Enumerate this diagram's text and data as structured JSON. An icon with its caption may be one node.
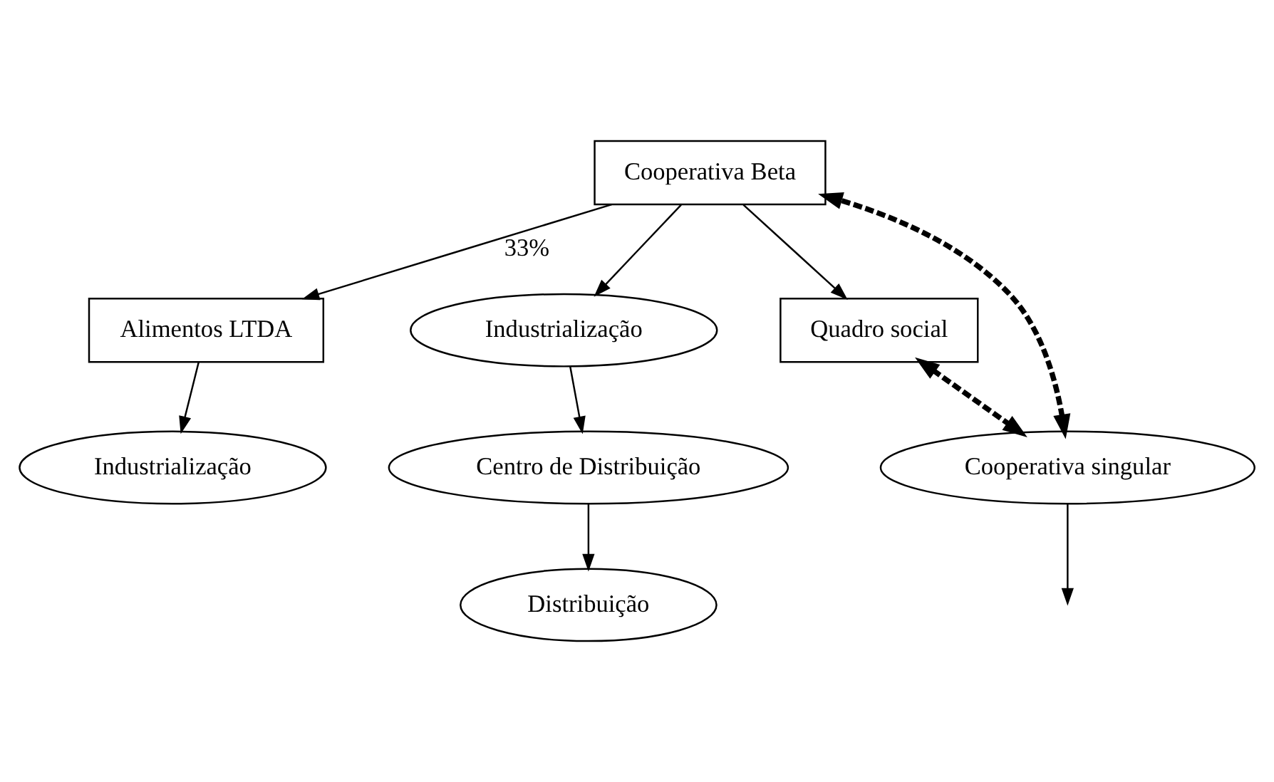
{
  "diagram": {
    "nodes": [
      {
        "text": [
          "Alimentos LTDA"
        ]
      },
      {
        "text": [
          "Industrialização"
        ]
      },
      {
        "text": [
          "Cooperativa Beta"
        ]
      },
      {
        "text": [
          "Industrialização"
        ]
      },
      {
        "text": [
          "Centro de Distribuição"
        ]
      },
      {
        "text": [
          "Distribuição"
        ]
      },
      {
        "text": [
          "Cooperativa singular"
        ]
      },
      {
        "text": [
          "Quadro social"
        ]
      }
    ],
    "edges": [
      {
        "from": 0,
        "to": 1,
        "arrow": "to"
      },
      {
        "from": 2,
        "to": 0,
        "arrow": "to",
        "label": "33%"
      },
      {
        "from": 2,
        "to": 3,
        "arrow": "to"
      },
      {
        "from": 3,
        "to": 4,
        "arrow": "to"
      },
      {
        "from": 4,
        "to": 5,
        "arrow": "to"
      },
      {
        "from": 6,
        "to": 2,
        "arrow": "both",
        "style": "dashed"
      },
      {
        "from": 6,
        "to": null,
        "arrow": "to"
      },
      {
        "from": 2,
        "to": 7,
        "arrow": "to"
      },
      {
        "from": 7,
        "to": 6,
        "arrow": "both",
        "style": "dashed"
      }
    ]
  }
}
